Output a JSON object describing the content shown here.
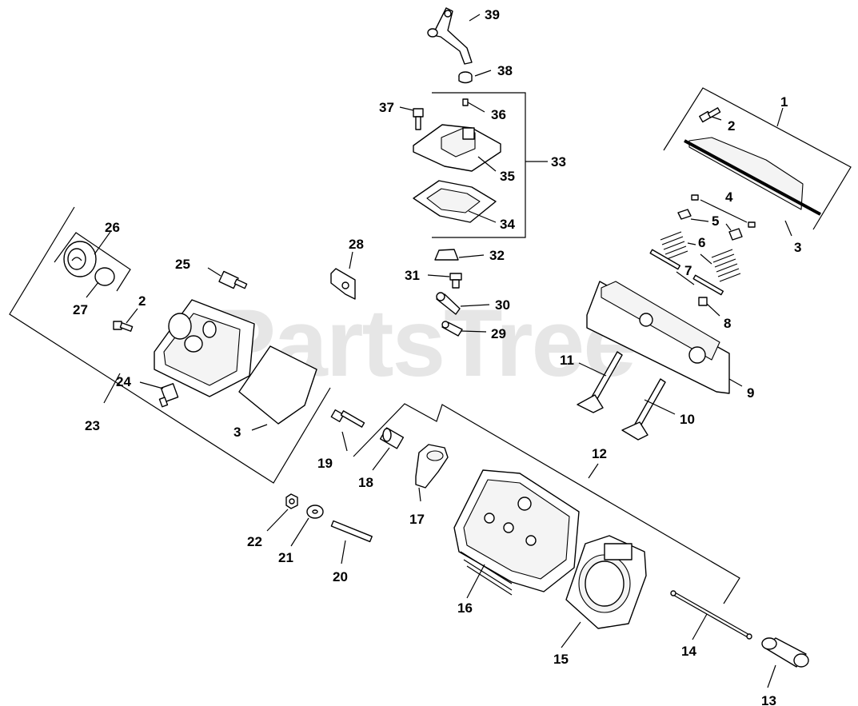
{
  "watermark": "PartsTree",
  "labels": {
    "l1": "1",
    "l2a": "2",
    "l2b": "2",
    "l3a": "3",
    "l3b": "3",
    "l4": "4",
    "l5": "5",
    "l6": "6",
    "l7": "7",
    "l8": "8",
    "l9": "9",
    "l10": "10",
    "l11": "11",
    "l12": "12",
    "l13": "13",
    "l14": "14",
    "l15": "15",
    "l16": "16",
    "l17": "17",
    "l18": "18",
    "l19": "19",
    "l20": "20",
    "l21": "21",
    "l22": "22",
    "l23": "23",
    "l24": "24",
    "l25": "25",
    "l26": "26",
    "l27": "27",
    "l28": "28",
    "l29": "29",
    "l30": "30",
    "l31": "31",
    "l32": "32",
    "l33": "33",
    "l34": "34",
    "l35": "35",
    "l36": "36",
    "l37": "37",
    "l38": "38",
    "l39": "39"
  }
}
